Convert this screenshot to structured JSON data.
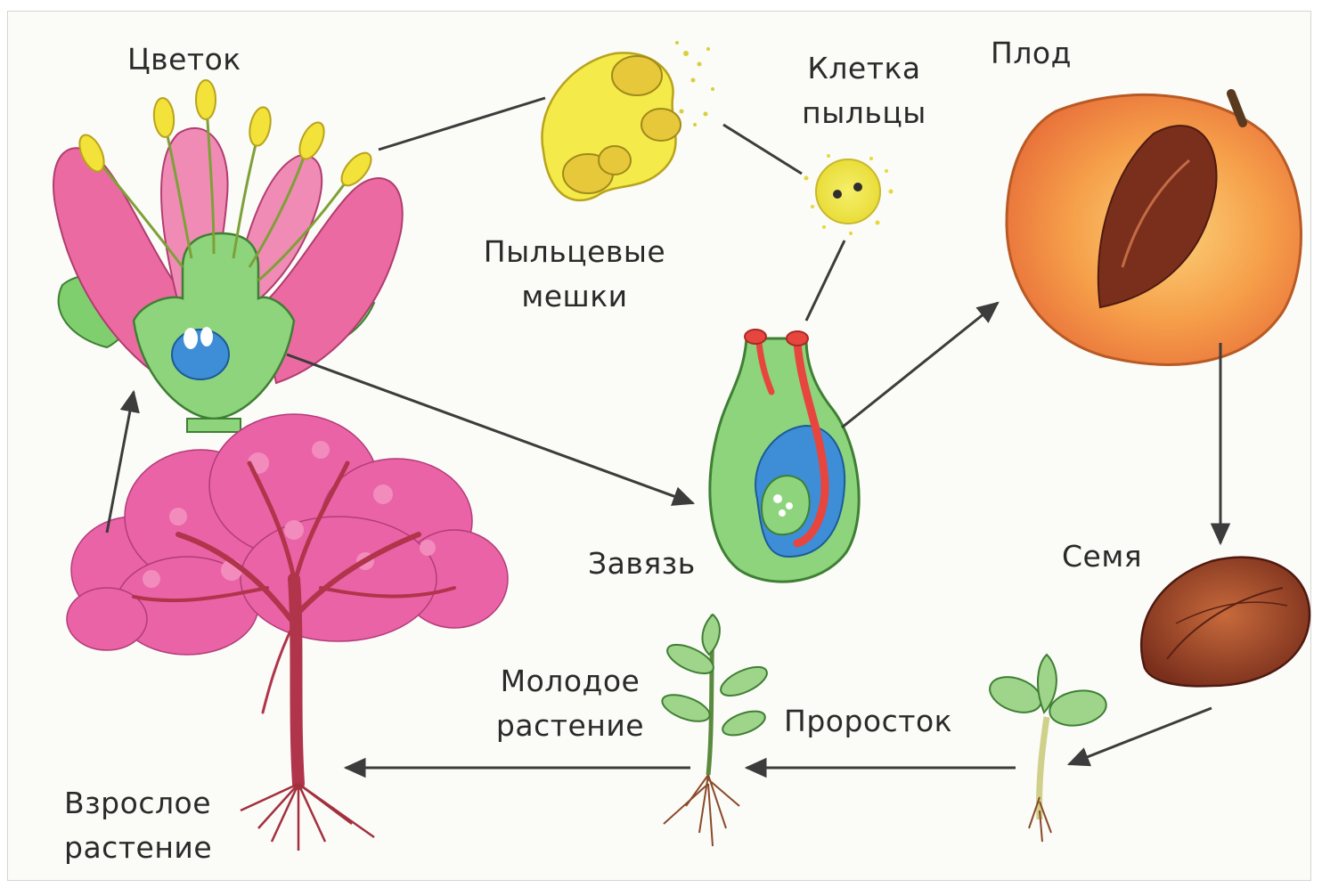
{
  "labels": {
    "flower": "Цветок",
    "pollen_sacs": [
      "Пыльцевые",
      "мешки"
    ],
    "pollen_cell": [
      "Клетка",
      "пыльцы"
    ],
    "fruit": "Плод",
    "ovary": "Завязь",
    "seed": "Семя",
    "young_plant": [
      "Молодое",
      "растение"
    ],
    "sprout": "Проросток",
    "adult_plant": [
      "Взрослое",
      "растение"
    ]
  },
  "colors": {
    "petal": "#e9649e",
    "stamen": "#f2e23a",
    "ovary": "#8cd27a",
    "ovule": "#3d8ed6",
    "fruit": "#f7a34a",
    "seed": "#8e3a22",
    "leaf": "#9fd58a",
    "trunk": "#b0344a",
    "arrow": "#3c3c3c"
  }
}
